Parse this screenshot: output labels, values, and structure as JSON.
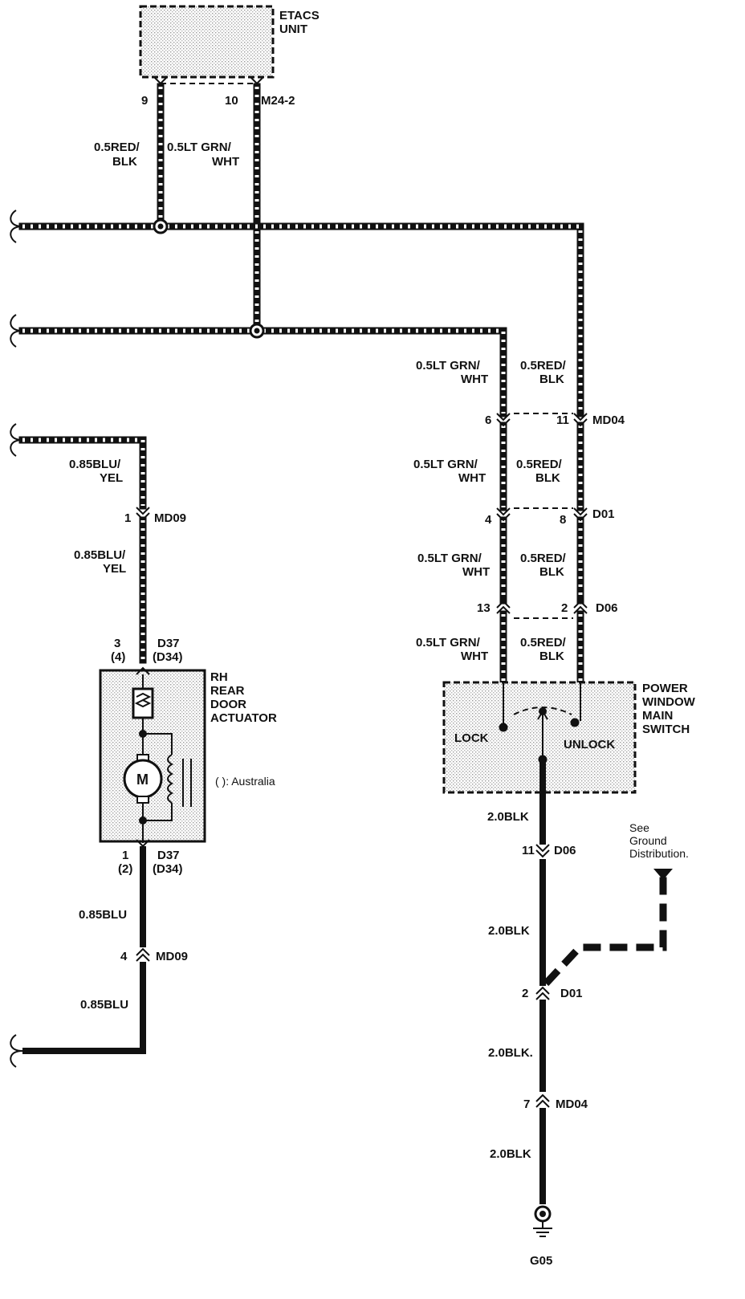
{
  "etacs": {
    "line1": "ETACS",
    "line2": "UNIT",
    "pin_a": "9",
    "pin_b": "10",
    "connector": "M24-2"
  },
  "wires": {
    "etacs_a": [
      "0.5RED/",
      "BLK"
    ],
    "etacs_b": [
      "0.5LT GRN/",
      "WHT"
    ],
    "sw_grn_1": [
      "0.5LT GRN/",
      "WHT"
    ],
    "sw_red_1": [
      "0.5RED/",
      "BLK"
    ],
    "sw_grn_2": [
      "0.5LT GRN/",
      "WHT"
    ],
    "sw_red_2": [
      "0.5RED/",
      "BLK"
    ],
    "sw_grn_3": [
      "0.5LT GRN/",
      "WHT"
    ],
    "sw_red_3": [
      "0.5RED/",
      "BLK"
    ],
    "sw_grn_4": [
      "0.5LT GRN/",
      "WHT"
    ],
    "sw_red_4": [
      "0.5RED/",
      "BLK"
    ],
    "left_blu_yel_1": [
      "0.85BLU/",
      "YEL"
    ],
    "left_blu_yel_2": [
      "0.85BLU/",
      "YEL"
    ],
    "left_blu_1": "0.85BLU",
    "left_blu_2": "0.85BLU",
    "gnd_1": "2.0BLK",
    "gnd_2": "2.0BLK",
    "gnd_3": "2.0BLK.",
    "gnd_4": "2.0BLK"
  },
  "connectors": {
    "md04_top": {
      "pin_a": "6",
      "pin_b": "11",
      "name": "MD04"
    },
    "d01_top": {
      "pin_a": "4",
      "pin_b": "8",
      "name": "D01"
    },
    "d06_top": {
      "pin_a": "13",
      "pin_b": "2",
      "name": "D06"
    },
    "md09_top": {
      "pin": "1",
      "name": "MD09"
    },
    "d37_top": {
      "pin": "3",
      "pin_alt": "(4)",
      "name": "D37",
      "name_alt": "(D34)"
    },
    "d37_bot": {
      "pin": "1",
      "pin_alt": "(2)",
      "name": "D37",
      "name_alt": "(D34)"
    },
    "md09_bot": {
      "pin": "4",
      "name": "MD09"
    },
    "d06_bot": {
      "pin": "11",
      "name": "D06"
    },
    "d01_bot": {
      "pin": "2",
      "name": "D01"
    },
    "md04_bot": {
      "pin": "7",
      "name": "MD04"
    }
  },
  "actuator": {
    "lines": [
      "RH",
      "REAR",
      "DOOR",
      "ACTUATOR"
    ],
    "motor": "M"
  },
  "note": {
    "australia": "(   ): Australia"
  },
  "switch": {
    "lines": [
      "POWER",
      "WINDOW",
      "MAIN",
      "SWITCH"
    ],
    "lock": "LOCK",
    "unlock": "UNLOCK"
  },
  "ground_ref": {
    "lines": [
      "See",
      "Ground",
      "Distribution."
    ]
  },
  "ground": {
    "label": "G05"
  }
}
